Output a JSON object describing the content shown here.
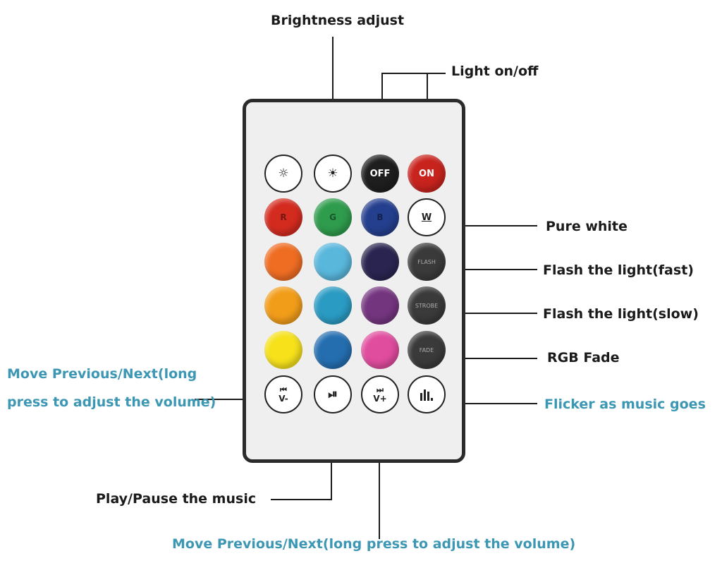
{
  "labels": {
    "brightness_adjust": "Brightness adjust",
    "light_on_off": "Light on/off",
    "pure_white": "Pure white",
    "flash_fast": "Flash the light(fast)",
    "flash_slow": "Flash the light(slow)",
    "rgb_fade": "RGB Fade",
    "move_prev_next_left": "Move Previous/Next(long press to adjust the volume)",
    "flicker_music": "Flicker as music goes",
    "play_pause": "Play/Pause the music",
    "move_prev_next_bottom": "Move Previous/Next(long press to adjust the volume)"
  },
  "buttons": {
    "off": "OFF",
    "on": "ON",
    "r": "R",
    "g": "G",
    "b": "B",
    "w": "W",
    "flash": "FLASH",
    "strobe": "STROBE",
    "fade": "FADE",
    "v_minus": "V-",
    "v_plus": "V+"
  },
  "colors": {
    "label_dark": "#1a1a1a",
    "label_blue": "#3b97b3",
    "red": "#d42b1f",
    "green": "#2e9c4c",
    "blue": "#243f8e",
    "orange": "#ef6d23",
    "light_blue": "#59b7dc",
    "dark_purple": "#2a2550",
    "amber": "#f29d1a",
    "teal": "#2a9bc3",
    "purple": "#74357f",
    "yellow": "#f6e11b",
    "mid_blue": "#246eb0",
    "pink": "#e04c9e",
    "off_black": "#1e1e1e",
    "on_red": "#c8231d",
    "dark_gray": "#3a3a3a"
  }
}
